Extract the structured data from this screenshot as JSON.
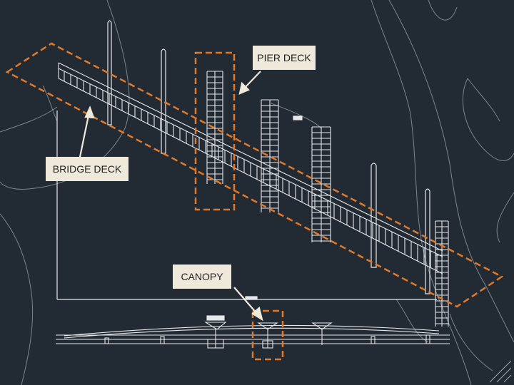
{
  "labels": {
    "pier_deck": "PIER DECK",
    "bridge_deck": "BRIDGE DECK",
    "canopy": "CANOPY"
  },
  "colors": {
    "background": "#222a33",
    "linework": "#e6e9ec",
    "faint_linework": "#9aa3ad",
    "highlight": "#e07a2a",
    "callout_fill": "#efe9dc",
    "callout_text": "#222222"
  }
}
